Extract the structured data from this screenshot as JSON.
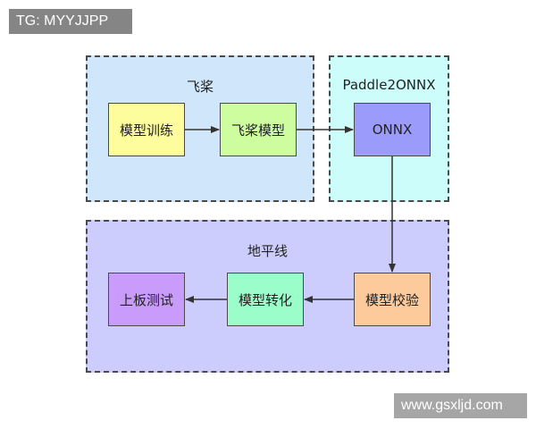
{
  "watermark": {
    "top_left": "TG: MYYJJPP",
    "bottom_right": "www.gsxljd.com"
  },
  "groups": {
    "paddle": "飞桨",
    "paddle2onnx": "Paddle2ONNX",
    "horizon": "地平线"
  },
  "nodes": {
    "model_training": "模型训练",
    "paddle_model": "飞桨模型",
    "onnx": "ONNX",
    "model_verify": "模型校验",
    "model_convert": "模型转化",
    "board_test": "上板测试"
  },
  "colors": {
    "paddle_group": "#cfe6fb",
    "paddle2onnx_group": "#ccfdfb",
    "horizon_group": "#ccccfd",
    "model_training": "#fdfd9e",
    "paddle_model": "#cdfd9e",
    "onnx": "#9b9bfb",
    "model_verify": "#fdcb9b",
    "model_convert": "#9bfdc9",
    "board_test": "#c99bfb"
  }
}
